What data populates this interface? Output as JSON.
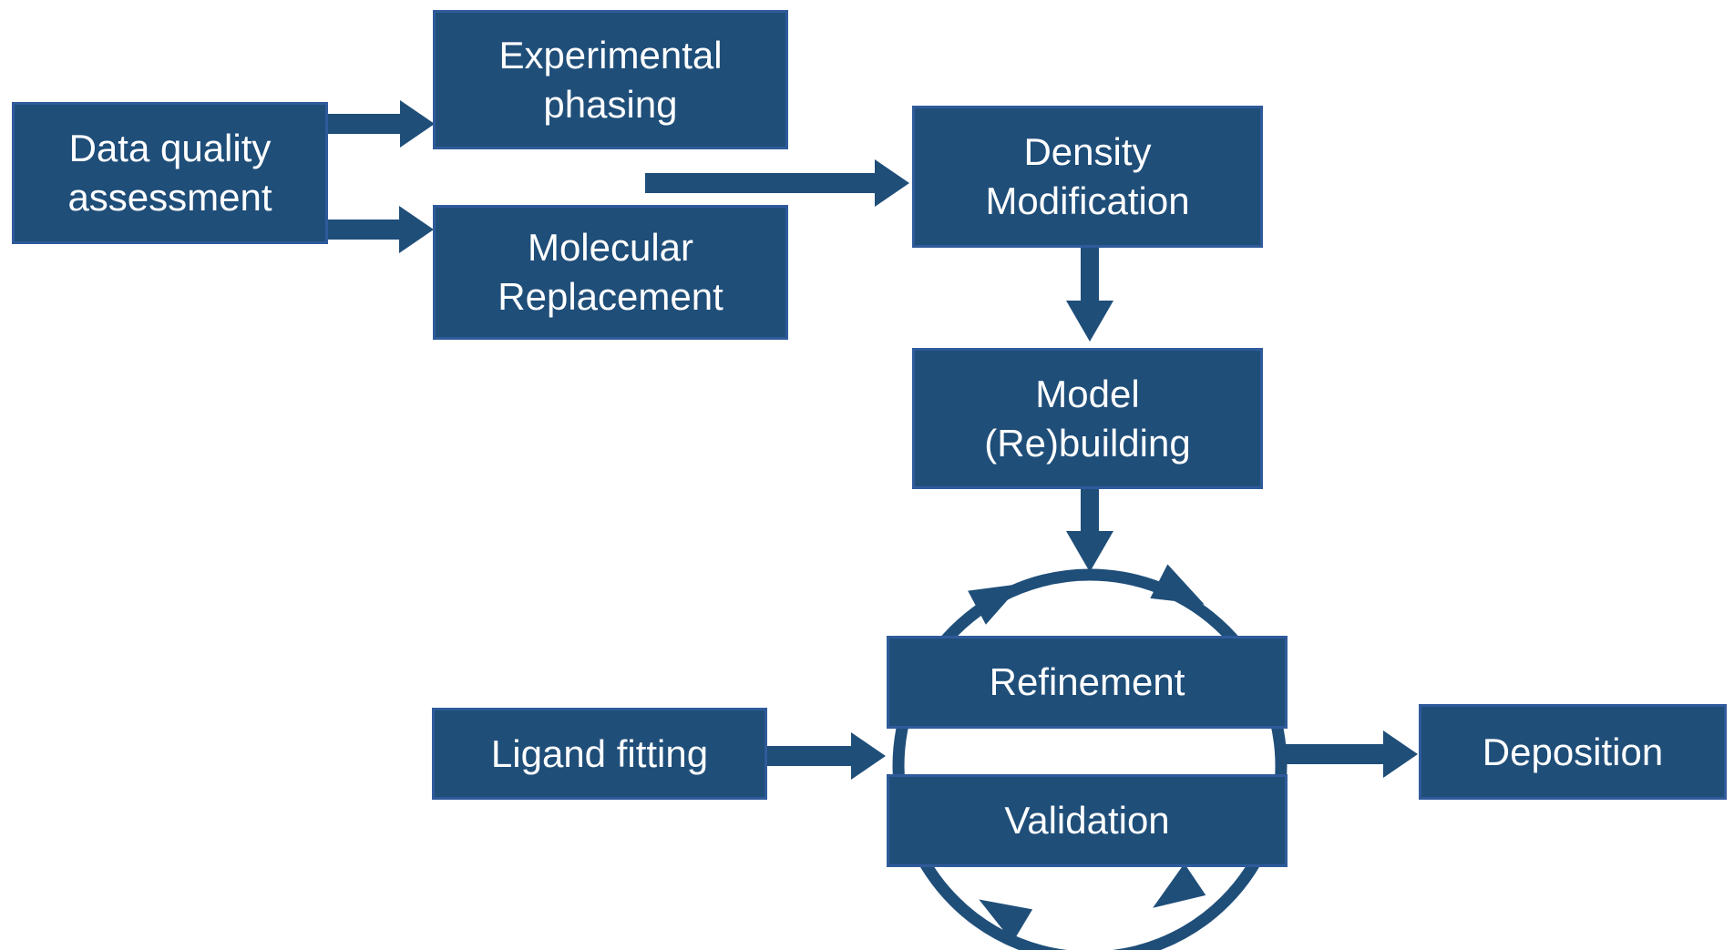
{
  "diagram": {
    "type": "flowchart",
    "title": "",
    "colors": {
      "background": "#ffffff",
      "box_fill": "#1f4e79",
      "box_border": "#2f5b9b",
      "arrow_color": "#1f4e79",
      "text_color": "#ffffff"
    },
    "nodes": {
      "data_quality": {
        "label": "Data quality\nassessment"
      },
      "experimental": {
        "label": "Experimental\nphasing"
      },
      "molecular": {
        "label": "Molecular\nReplacement"
      },
      "density": {
        "label": "Density\nModification"
      },
      "model": {
        "label": "Model\n(Re)building"
      },
      "refinement": {
        "label": "Refinement"
      },
      "validation": {
        "label": "Validation"
      },
      "ligand": {
        "label": "Ligand fitting"
      },
      "deposition": {
        "label": "Deposition"
      }
    },
    "edges": [
      {
        "from": "Data quality assessment",
        "to": "Experimental phasing"
      },
      {
        "from": "Data quality assessment",
        "to": "Molecular Replacement"
      },
      {
        "from": "Experimental phasing / Molecular Replacement",
        "to": "Density Modification"
      },
      {
        "from": "Density Modification",
        "to": "Model (Re)building"
      },
      {
        "from": "Model (Re)building",
        "to": "Refinement-Validation cycle"
      },
      {
        "from": "Ligand fitting",
        "to": "Refinement-Validation cycle"
      },
      {
        "from": "Refinement-Validation cycle",
        "to": "Deposition"
      }
    ],
    "cycle": {
      "members": [
        "Refinement",
        "Validation"
      ],
      "direction": "clockwise",
      "arrowhead_count": 4
    }
  }
}
